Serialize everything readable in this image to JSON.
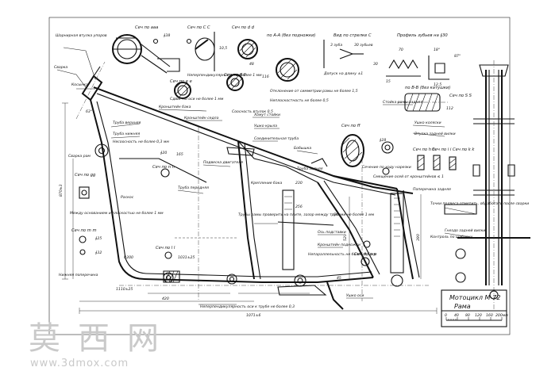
{
  "title_block": {
    "product": "Мотоцикл М-72",
    "part": "Рама",
    "scale_ticks": [
      "0",
      "40",
      "80",
      "120",
      "160",
      "200мм"
    ]
  },
  "watermark": {
    "logo_text": "莫西网",
    "url": "www.3dmox.com"
  },
  "views": {
    "a": "Сеч по ааа",
    "b": "Сеч по б б",
    "c": "Сеч по С С",
    "d": "Сеч по d d",
    "e": "Сеч по е е",
    "f": "Сеч по ff",
    "g": "Сеч по gg",
    "h": "Сеч по h h",
    "i": "Сеч по i i",
    "k": "Сеч по k k",
    "l": "Сеч по l l",
    "m": "Сеч по m m",
    "n": "Сеч по n n",
    "p": "Сеч по р р",
    "s": "Сеч по S S",
    "view_c": "Вид по стрелке С",
    "view_aa": "по А-А (без подножки)",
    "view_bb": "по В-В (без катушки)",
    "gear_profile": "Профиль зубьев на ∮30"
  },
  "callouts": {
    "steering_head": "Шарнирная втулка упоров",
    "weld_seam": "Сварка",
    "upper_tube": "Труба верхняя",
    "lower_tube": "Труба нижняя",
    "front_tube": "Труба передняя",
    "rear_tube": "Труба задняя",
    "saddle_bracket": "Кронштейн седла",
    "tank_bracket": "Кронштейн бака",
    "strut_clamp": "Хомут стойки",
    "fender_lug": "Ушко крыла",
    "joint_tube": "Соединительная труба",
    "boss_plate": "Бобышка",
    "engine_mount": "Подвеска двигателя",
    "stand_pivot": "Ось подставки",
    "footrest_bracket": "Кронштейн подножки",
    "connector_pipe": "Стойка рамы задняя",
    "side_car_lug": "Ушко коляски",
    "rear_shock_lug": "Втулка задней вилки",
    "lower_cross": "Нижняя поперечина",
    "rear_cross": "Поперечина задняя",
    "weld_strip": "Сварка рам",
    "rear_fork_seat": "Гнездо задней вилки",
    "upper_stiffener": "Косынка",
    "diag_brace": "Раскос",
    "tank_mount": "Крепление бака",
    "pivot_shaft": "Ось",
    "rear_axle_lug": "Ушко оси"
  },
  "notes": {
    "n1": "Непараллельность не более 0,5 мм",
    "n2": "Несоосность не более 0,3 мм",
    "n3": "Неперпендикулярность не более 1 мм",
    "n4": "Трубы рамы проверить на плите, зазор между трубами не более 1 мм",
    "n5": "Между основанием и плоскостью не более 1 мм",
    "n6": "Неплоскостность не более 0,5",
    "n7": "Отклонение от симметрии рамы не более 1,5",
    "n8": "Точки подвеса отметить, обработать после сварки",
    "n9": "Контроль по шаблону",
    "n10": "Допуск на длину ±1",
    "n11": "Соосность втулок 0,5",
    "n12": "Неперпендикулярность оси к трубе не более 0,3",
    "n13": "Сечение по ходу нарезки",
    "n14": "Смещение осей от кронштейнов ≤ 1",
    "n15": "Сдвиг по оси не более 1 мм"
  },
  "dims": {
    "d_total": "1071±6",
    "d_base": "420",
    "d_wheel": "1031±25",
    "d_len1": "1110±25",
    "d_h1": "870±3",
    "d_h2": "520",
    "d_h3": "390",
    "d_ang": "63°",
    "d_ang2": "18°",
    "d_r": "R200",
    "d_w": "∮38",
    "d_s1": "∮32",
    "d_s2": "∮28",
    "d_s3": "∮20",
    "d_s4": "∮25",
    "d_t1": "165",
    "d_t2": "256",
    "d_t3": "230",
    "d_t4": "70",
    "d_t5": "112",
    "d_t6": "45",
    "d_t7": "12,5",
    "d_t8": "30",
    "d_t9": "48",
    "d_t10": "87°",
    "d_t11": "15",
    "d_t12": "3 зуба",
    "d_t13": "30 зубьев",
    "d_t14": "10,5",
    "d_t15": "116"
  }
}
